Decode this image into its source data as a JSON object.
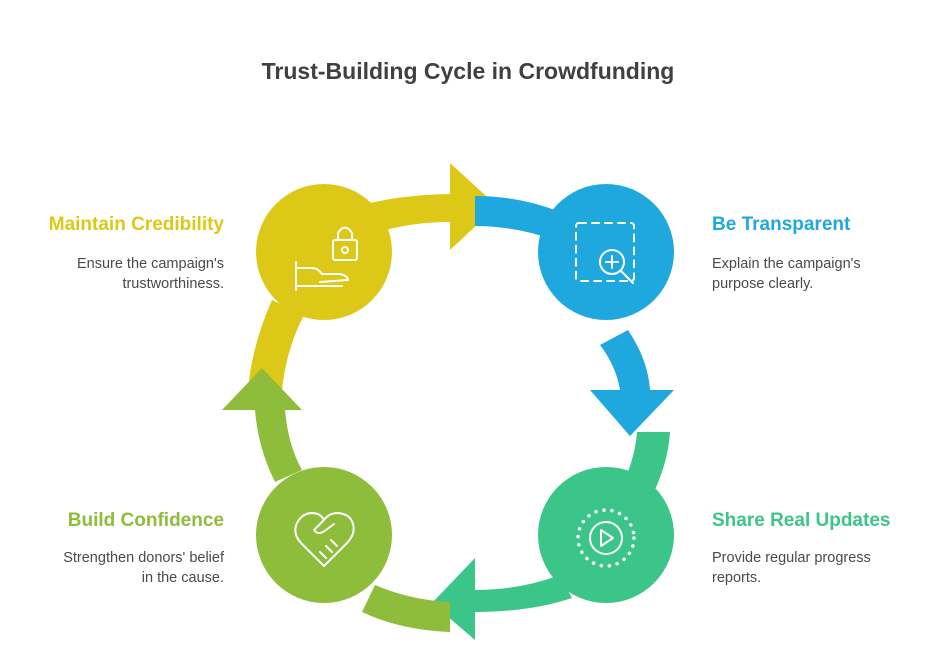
{
  "title": "Trust-Building Cycle in Crowdfunding",
  "colors": {
    "yellow": "#DDC817",
    "blue": "#1FA8DD",
    "teal": "#3CC588",
    "green": "#8DBD3A",
    "title": "#404040",
    "text": "#4a4a4a"
  },
  "steps": [
    {
      "title": "Maintain Credibility",
      "description_line1": "Ensure the campaign's",
      "description_line2": "trustworthiness.",
      "icon": "lock-hand-icon",
      "color": "#DDC817"
    },
    {
      "title": "Be Transparent",
      "description_line1": "Explain the campaign's",
      "description_line2": "purpose clearly.",
      "icon": "zoom-in-frame-icon",
      "color": "#1FA8DD"
    },
    {
      "title": "Share Real Updates",
      "description_line1": "Provide regular progress",
      "description_line2": "reports.",
      "icon": "play-circle-icon",
      "color": "#3CC588"
    },
    {
      "title": "Build Confidence",
      "description_line1": "Strengthen donors' belief",
      "description_line2": "in the cause.",
      "icon": "heart-handshake-icon",
      "color": "#8DBD3A"
    }
  ]
}
